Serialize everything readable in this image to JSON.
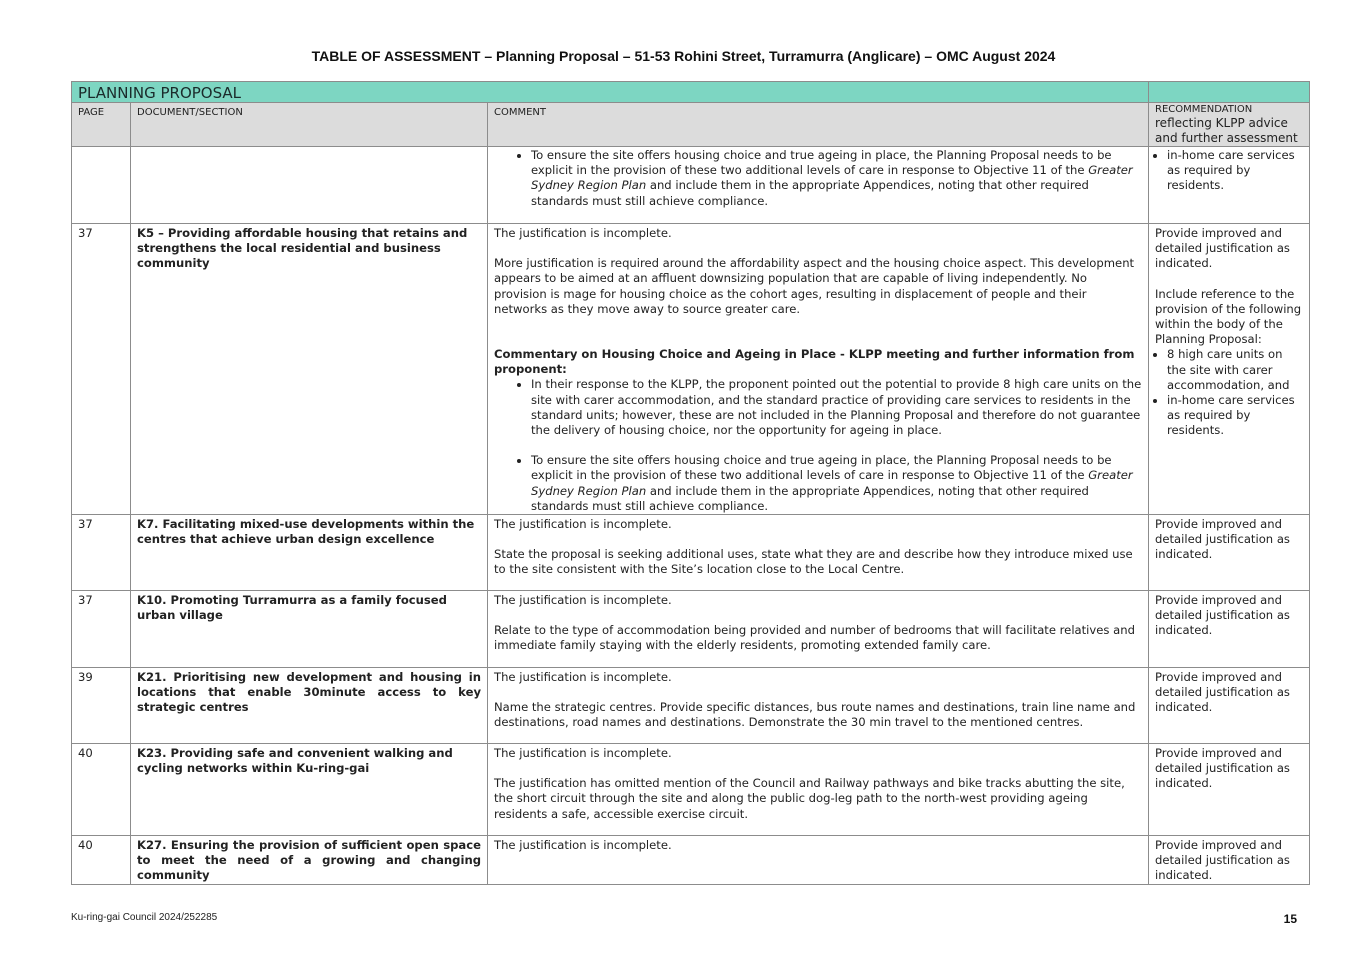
{
  "document_title": "TABLE OF ASSESSMENT – Planning Proposal – 51-53 Rohini Street, Turramurra (Anglicare) – OMC August 2024",
  "section_banner": "PLANNING PROPOSAL",
  "headers": {
    "page": "PAGE",
    "document_section": "DOCUMENT/SECTION",
    "comment": "COMMENT",
    "recommendation_small": "RECOMMENDATION",
    "recommendation_large": "reflecting KLPP advice and further assessment"
  },
  "continuation_row": {
    "comment_bullet_a": "To ensure the site offers housing choice and true ageing in place, the Planning Proposal needs to be explicit in the provision of these two additional levels of care in response to Objective 11 of the",
    "comment_bullet_italic": "Greater Sydney Region Plan",
    "comment_bullet_b": "and include them in the appropriate Appendices, noting that other required standards must still achieve compliance.",
    "recommendation_bullet": "in-home care services as required by residents."
  },
  "row_k5": {
    "page": "37",
    "section": "K5 – Providing affordable housing that retains and strengthens the local residential and business community",
    "comment_p1": "The justification is incomplete.",
    "comment_p2": "More justification is required around the affordability aspect and the housing choice aspect. This development appears to be aimed at an affluent downsizing population that are capable of living independently. No provision is mage for housing choice as the cohort ages, resulting in displacement of people and their networks as they move away to source greater care.",
    "commentary_heading": "Commentary on Housing Choice and Ageing in Place - KLPP meeting and further information from proponent:",
    "bullet_1": "In their response to the KLPP, the proponent pointed out the potential to provide 8 high care units on the site with carer accommodation, and the standard practice of providing care services to residents in the standard units; however, these are not included in the Planning Proposal and therefore do not guarantee the delivery of housing choice, nor the opportunity for ageing in place.",
    "bullet_2a": "To ensure the site offers housing choice and true ageing in place, the Planning Proposal needs to be explicit in the provision of these two additional levels of care in response to Objective 11 of the",
    "bullet_2_italic": "Greater Sydney Region Plan",
    "bullet_2b": "and include them in the appropriate Appendices, noting that other required standards must still achieve compliance.",
    "rec_p1": "Provide improved and detailed justification as indicated.",
    "rec_p2": "Include reference to the provision of the following within the body of the Planning Proposal:",
    "rec_bullet_1": "8 high care units on the site with carer accommodation, and",
    "rec_bullet_2": "in-home care services as required by residents."
  },
  "row_k7": {
    "page": "37",
    "section": "K7. Facilitating mixed-use developments within the centres that achieve urban design excellence",
    "comment_p1": "The justification is incomplete.",
    "comment_p2": "State the proposal is seeking additional uses, state what they are and describe how they introduce mixed use to the site consistent with the Site’s location close to the Local Centre.",
    "rec": "Provide improved and detailed justification as indicated."
  },
  "row_k10": {
    "page": "37",
    "section": "K10. Promoting Turramurra as a family focused urban village",
    "comment_p1": "The justification is incomplete.",
    "comment_p2": "Relate to the type of accommodation being provided and number of bedrooms that will facilitate relatives and immediate family staying with the elderly residents, promoting extended family care.",
    "rec": "Provide improved and detailed justification as indicated."
  },
  "row_k21": {
    "page": "39",
    "section": "K21. Prioritising new development and housing in locations that enable 30minute access to key strategic centres",
    "comment_p1": "The justification is incomplete.",
    "comment_p2": "Name the strategic centres. Provide specific distances, bus route names and destinations, train line name and destinations, road names and destinations. Demonstrate the 30 min travel to the mentioned centres.",
    "rec": "Provide improved and detailed justification as indicated."
  },
  "row_k23": {
    "page": "40",
    "section": "K23. Providing safe and convenient walking and cycling networks within Ku-ring-gai",
    "comment_p1": "The justification is incomplete.",
    "comment_p2": "The justification has omitted mention of the Council and Railway pathways and bike tracks abutting the site, the short circuit through the site and along the public dog-leg path to the north-west providing ageing residents a safe, accessible exercise circuit.",
    "rec": "Provide improved and detailed justification as indicated."
  },
  "row_k27": {
    "page": "40",
    "section": "K27. Ensuring the provision of sufficient open space to meet the need of a growing and changing community",
    "comment_p1": "The justification is incomplete.",
    "rec": "Provide improved and detailed justification as indicated."
  },
  "footer": {
    "reference": "Ku-ring-gai Council 2024/252285",
    "page_number": "15"
  },
  "colors": {
    "banner": "#7dd6c2",
    "header": "#dcdcdc",
    "border": "#8c8c8c"
  }
}
